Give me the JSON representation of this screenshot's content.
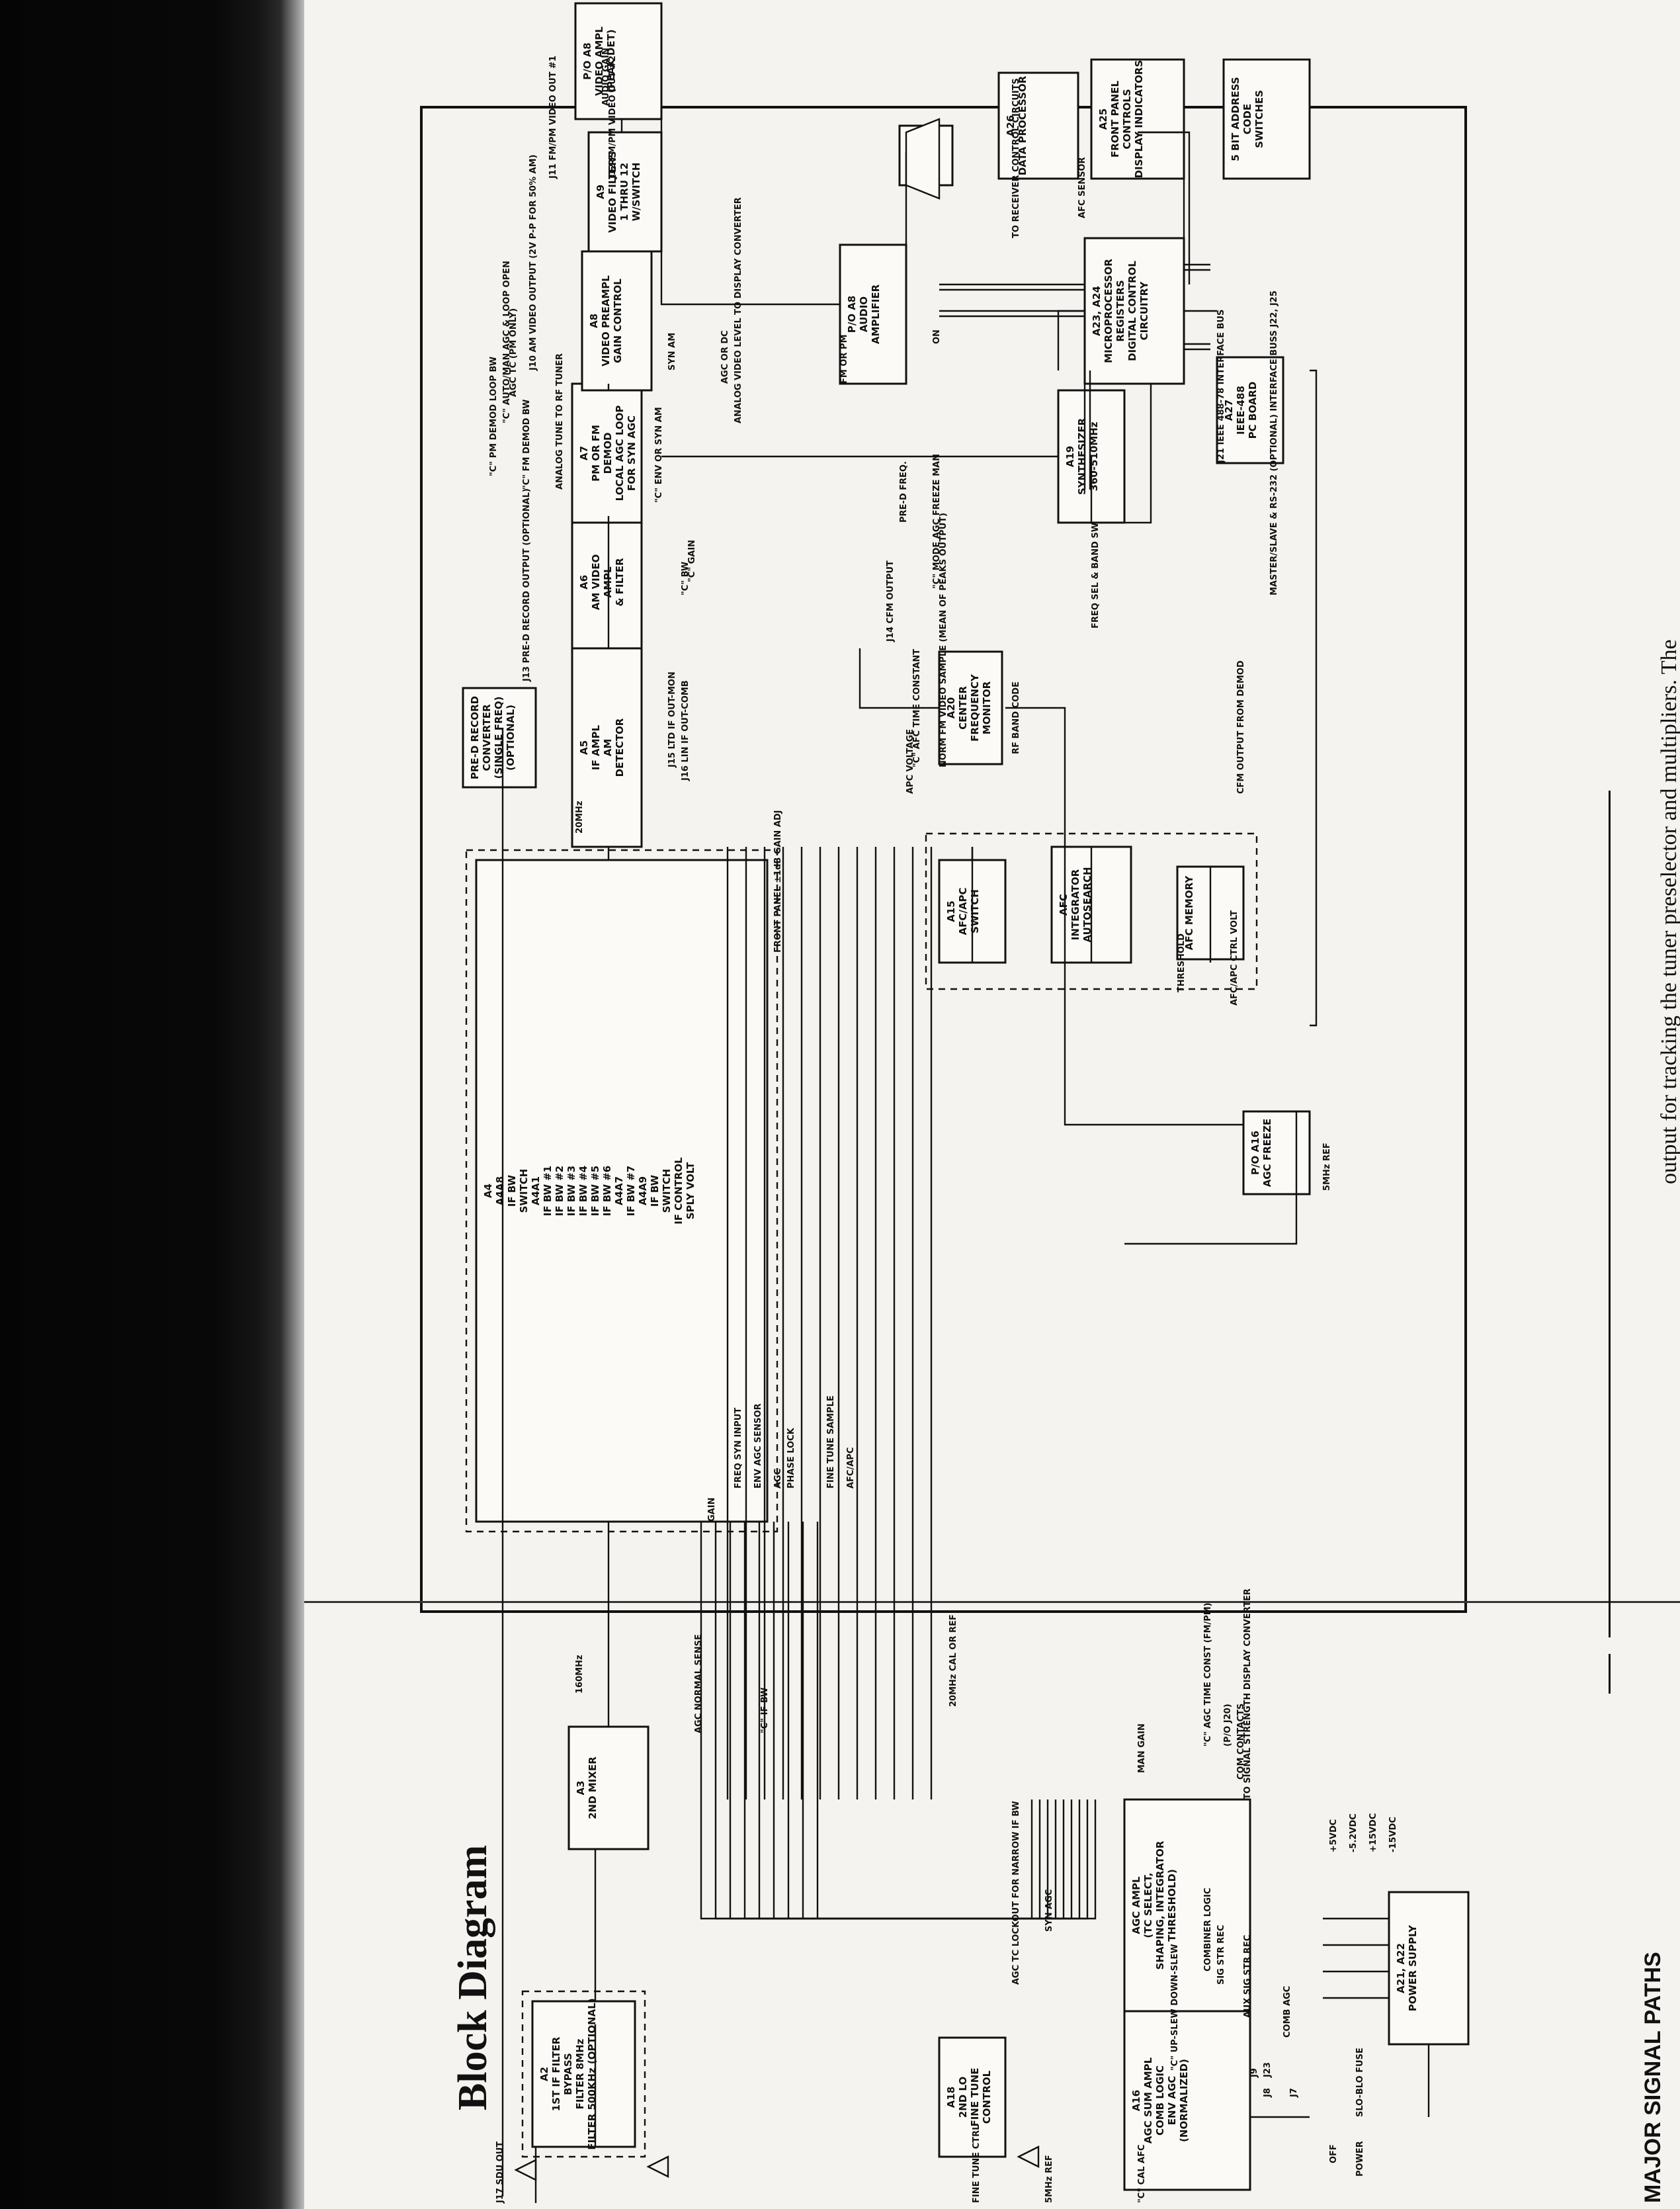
{
  "page": {
    "title": "Block Diagram",
    "subtitle": "MAJOR SIGNAL PATHS",
    "body_fragment": "output for tracking the tuner preselector and multipliers. The"
  },
  "blocks": [
    {
      "id": "a2",
      "lines": [
        "A2",
        "1ST IF FILTER",
        "BYPASS",
        "FILTER 8MHz",
        "FILTER 500KHz (OPTIONAL)"
      ]
    },
    {
      "id": "a3",
      "lines": [
        "A3",
        "2ND MIXER"
      ]
    },
    {
      "id": "a18",
      "lines": [
        "A18",
        "2ND LO",
        "FINE TUNE",
        "CONTROL"
      ]
    },
    {
      "id": "a16",
      "lines": [
        "A16",
        "AGC SUM AMPL",
        "COMB LOGIC",
        "ENV AGC",
        "(NORMALIZED)"
      ]
    },
    {
      "id": "agc-ampl",
      "lines": [
        "AGC AMPL",
        "(TC SELECT,",
        "SHAPING, INTEGRATOR",
        "THRESHOLD)"
      ]
    },
    {
      "id": "a21",
      "lines": [
        "A21, A22",
        "POWER SUPPLY"
      ]
    },
    {
      "id": "a4",
      "lines": [
        "A4",
        "A4A8",
        "IF BW",
        "SWITCH",
        "A4A1",
        "IF BW #1",
        "IF BW #2",
        "IF BW #3",
        "IF BW #4",
        "IF BW #5",
        "IF BW #6",
        "A4A7",
        "IF BW #7",
        "A4A9",
        "IF BW",
        "SWITCH",
        "IF CONTROL",
        "SPLY VOLT"
      ]
    },
    {
      "id": "a5",
      "lines": [
        "A5",
        "IF AMPL",
        "AM",
        "DETECTOR"
      ]
    },
    {
      "id": "a6",
      "lines": [
        "A6",
        "AM VIDEO",
        "AMPL",
        "& FILTER"
      ]
    },
    {
      "id": "a7",
      "lines": [
        "A7",
        "PM OR FM",
        "DEMOD",
        "LOCAL AGC LOOP",
        "FOR SYN AGC"
      ]
    },
    {
      "id": "a8",
      "lines": [
        "A8",
        "VIDEO PREAMPL",
        "GAIN CONTROL"
      ]
    },
    {
      "id": "a9",
      "lines": [
        "A9",
        "VIDEO FILTERS",
        "1 THRU 12",
        "W/SWITCH"
      ]
    },
    {
      "id": "pa8-video",
      "lines": [
        "P/O A8",
        "VIDEO AMPL",
        "(PEAK DET)"
      ]
    },
    {
      "id": "pa8-audio",
      "lines": [
        "P/O A8",
        "AUDIO",
        "AMPLIFIER"
      ]
    },
    {
      "id": "pre-d",
      "lines": [
        "PRE-D RECORD",
        "CONVERTER",
        "(SINGLE FREQ)",
        "(OPTIONAL)"
      ]
    },
    {
      "id": "a20",
      "lines": [
        "A20",
        "CENTER",
        "FREQUENCY",
        "MONITOR"
      ]
    },
    {
      "id": "a15",
      "lines": [
        "A15",
        "AFC/APC",
        "SWITCH"
      ]
    },
    {
      "id": "afc-int",
      "lines": [
        "AFC",
        "INTEGRATOR",
        "AUTOSEARCH"
      ]
    },
    {
      "id": "afc-mem",
      "lines": [
        "AFC MEMORY"
      ]
    },
    {
      "id": "pa16",
      "lines": [
        "P/O A16",
        "AGC FREEZE"
      ]
    },
    {
      "id": "a19",
      "lines": [
        "A19",
        "SYNTHESIZER",
        "360-510MHz"
      ]
    },
    {
      "id": "a23",
      "lines": [
        "A23, A24",
        "MICROPROCESSOR",
        "REGISTERS",
        "DIGITAL CONTROL",
        "CIRCUITRY"
      ]
    },
    {
      "id": "a26",
      "lines": [
        "A26",
        "DATA PROCESSOR"
      ]
    },
    {
      "id": "a25",
      "lines": [
        "A25",
        "FRONT PANEL",
        "CONTROLS",
        "DISPLAY INDICATORS"
      ]
    },
    {
      "id": "addr",
      "lines": [
        "5 BIT ADDRESS",
        "CODE",
        "SWITCHES"
      ]
    },
    {
      "id": "a27",
      "lines": [
        "A27",
        "IEEE-488",
        "PC BOARD"
      ]
    },
    {
      "id": "speaker",
      "lines": [
        "SPEAKER"
      ]
    }
  ],
  "labels": {
    "signals": [
      "20MHz",
      "160MHz",
      "SYN AGC",
      "AGC",
      "ENV AGC SENSOR",
      "PHASE LOCK",
      "FINE TUNE SAMPLE",
      "AFC/APC",
      "FREQ SYN INPUT",
      "APC VOLTAGE",
      "THRESHOLD",
      "MAN GAIN",
      "5MHz REF",
      "20MHz CAL OR REF",
      "GAIN",
      "\"C\" BW",
      "\"C\" GAIN",
      "AGC OR DC",
      "FM OR PM",
      "SYN AM",
      "\"C\" ENV OR SYN AM",
      "ANALOG TUNE TO RF TUNER",
      "RF BAND CODE",
      "FREQ SEL & BAND SW",
      "PRE-D FREQ.",
      "TO RECEIVER CONTROL CIRCUITS",
      "AFC SENSOR",
      "AFC/APC CTRL VOLT",
      "\"C\" AFC TIME CONSTANT",
      "NORM FM VIDEO SAMPLE (MEAN OF PEAKS OUTPUT)",
      "CFM OUTPUT FROM DEMOD",
      "\"C\" MODE AGC FREEZE MAN",
      "\"C\" AGC TIME CONST (FM/PM)",
      "(P/O J20)",
      "COM CONTACTS",
      "TO SIGNAL STRENGTH DISPLAY CONVERTER",
      "COMBINER LOGIC",
      "SIG STR REC",
      "AUX SIG STR REC",
      "COMB AGC",
      "\"C\" UP-SLEW DOWN-SLEW",
      "AGC TC LOCKOUT FOR NARROW IF BW",
      "AGC NORMAL SENSE",
      "\"C\" IF BW",
      "FRONT PANEL ±1dB GAIN ADJ",
      "\"C\" FM DEMOD BW",
      "\"C\" PM DEMOD LOOP BW",
      "\"C\" AUTO/MAN AGC & LOOP OPEN",
      "AGC TC (PM ONLY)",
      "ANALOG VIDEO LEVEL TO DISPLAY CONVERTER",
      "AUDIO GAIN",
      "ON",
      "OFF",
      "POWER",
      "SLO-BLO FUSE"
    ],
    "connectors": [
      "J10 AM VIDEO OUTPUT (2V P-P FOR 50% AM)",
      "J11 FM/PM VIDEO OUT #1",
      "J12 FM/PM VIDEO OUT #2",
      "J13 PRE-D RECORD OUTPUT (OPTIONAL)",
      "J14 CFM OUTPUT",
      "J15 LTD IF OUT-MON",
      "J16 LIN IF OUT-COMB",
      "J17 SDU OUT",
      "J21 IEEE 488-78 INTERFACE BUS",
      "MASTER/SLAVE & RS-232 (OPTIONAL) INTERFACE BUSS J22, J25",
      "J23",
      "J7",
      "J8",
      "J9"
    ],
    "edge": [
      "FINE TUNE CTRL",
      "5MHz REF",
      "\"C\" CAL AFC"
    ],
    "supply": [
      "+5VDC",
      "-5.2VDC",
      "+15VDC",
      "-15VDC"
    ]
  }
}
